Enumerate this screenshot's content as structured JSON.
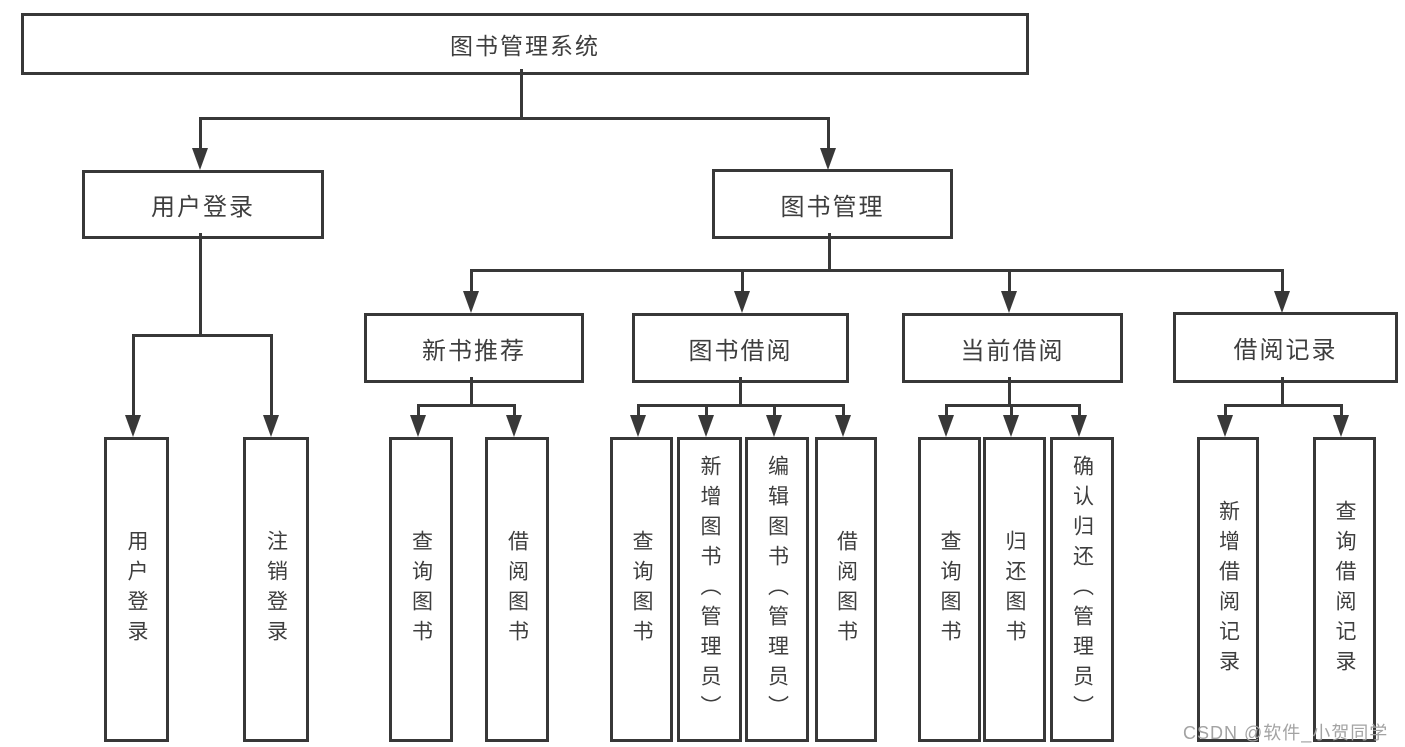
{
  "tree": {
    "root": {
      "label": "图书管理系统"
    },
    "branches": [
      {
        "label": "用户登录",
        "children": [
          {
            "label": "用户登录"
          },
          {
            "label": "注销登录"
          }
        ]
      },
      {
        "label": "图书管理",
        "children": [
          {
            "label": "新书推荐",
            "children": [
              {
                "label": "查询图书"
              },
              {
                "label": "借阅图书"
              }
            ]
          },
          {
            "label": "图书借阅",
            "children": [
              {
                "label": "查询图书"
              },
              {
                "label": "新增图书（管理员）"
              },
              {
                "label": "编辑图书（管理员）"
              },
              {
                "label": "借阅图书"
              }
            ]
          },
          {
            "label": "当前借阅",
            "children": [
              {
                "label": "查询图书"
              },
              {
                "label": "归还图书"
              },
              {
                "label": "确认归还（管理员）"
              }
            ]
          },
          {
            "label": "借阅记录",
            "children": [
              {
                "label": "新增借阅记录"
              },
              {
                "label": "查询借阅记录"
              }
            ]
          }
        ]
      }
    ]
  },
  "watermark": {
    "text": "CSDN @软件_小贺同学"
  },
  "colors": {
    "line": "#383838",
    "text": "#3e3e3e",
    "background": "#ffffff",
    "watermark": "#a3a3a3"
  }
}
